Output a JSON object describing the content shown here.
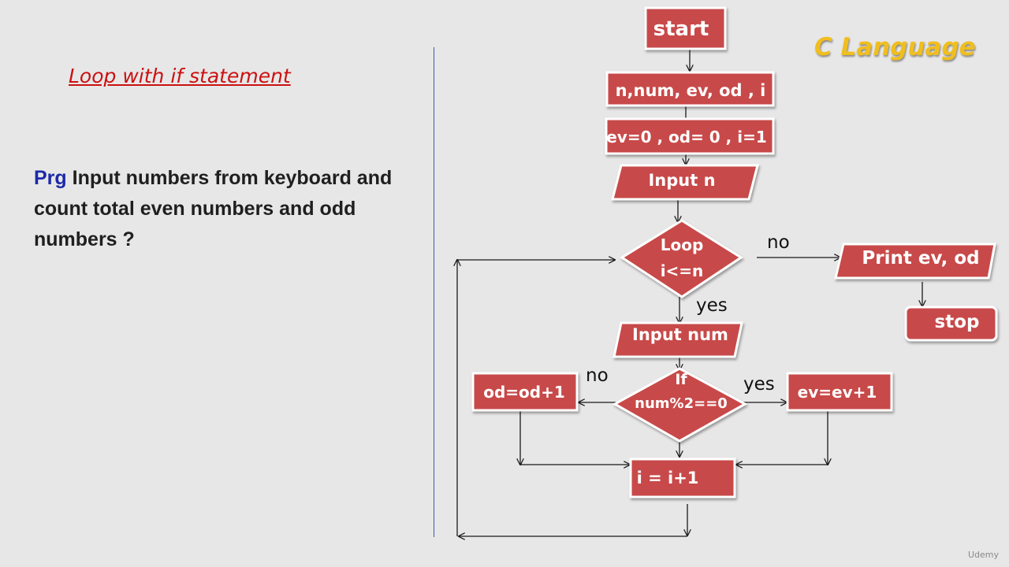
{
  "topic_title": "Loop with if statement",
  "program": {
    "keyword": "Prg",
    "text": "Input numbers from keyboard and count total even numbers and odd numbers ?"
  },
  "brand": "C Language",
  "watermark": "Udemy",
  "colors": {
    "box_fill": "#c84a4a",
    "box_border": "#ffffff",
    "title_red": "#cc1111",
    "keyword_blue": "#1c2aa8",
    "brand_yellow": "#f0be1e",
    "divider": "#3a58b0"
  },
  "flowchart": {
    "start": "start",
    "declare": "n,num, ev, od , i",
    "init": "ev=0 , od= 0 , i=1",
    "input_n": "Input n",
    "loop_line1": "Loop",
    "loop_line2": "i<=n",
    "loop_no": "no",
    "loop_yes": "yes",
    "print": "Print ev, od",
    "stop": "stop",
    "input_num": "Input num",
    "if_line1": "If",
    "if_line2": "num%2==0",
    "if_no": "no",
    "if_yes": "yes",
    "odd_incr": "od=od+1",
    "even_incr": "ev=ev+1",
    "increment": "i = i+1"
  }
}
